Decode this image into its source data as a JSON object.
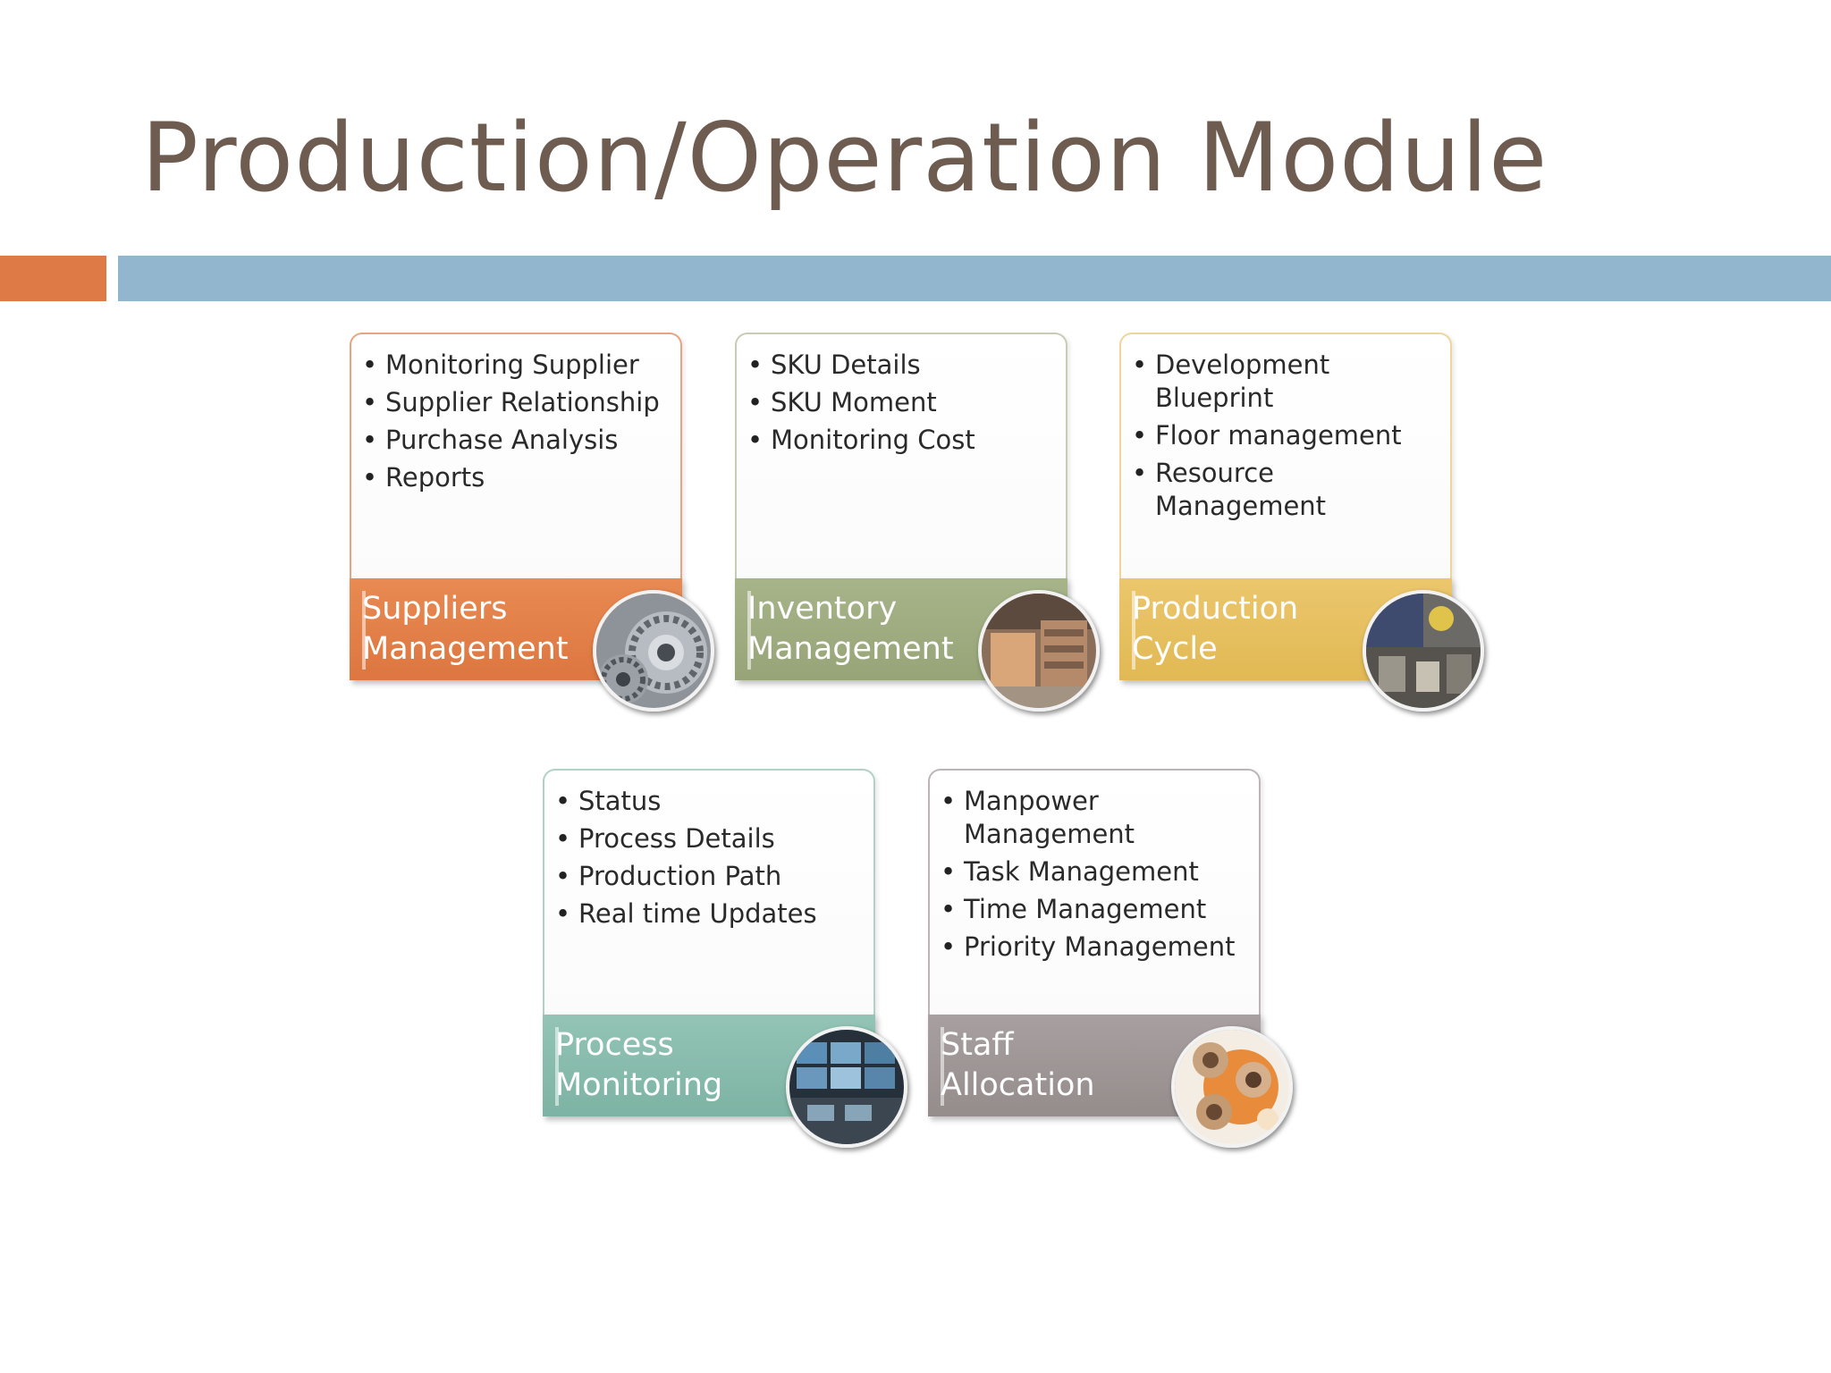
{
  "slide": {
    "title": "Production/Operation Module"
  },
  "colors": {
    "title": "#6f5c51",
    "accent_bar": "#dd7a45",
    "main_bar": "#93b6cf"
  },
  "cards": [
    {
      "heading": "Suppliers\nManagement",
      "color": "#dd7a45",
      "image": "gears-photo",
      "items": [
        "Monitoring Supplier",
        "Supplier Relationship",
        "Purchase Analysis",
        "Reports"
      ]
    },
    {
      "heading": "Inventory\nManagement",
      "color": "#97a478",
      "image": "warehouse-photo",
      "items": [
        "SKU Details",
        "SKU Moment",
        "Monitoring Cost"
      ]
    },
    {
      "heading": "Production\nCycle",
      "color": "#e1b954",
      "image": "factory-floor-photo",
      "items": [
        "Development Blueprint",
        "Floor management",
        "Resource Management"
      ]
    },
    {
      "heading": "Process\nMonitoring",
      "color": "#7db3a4",
      "image": "monitor-wall-photo",
      "items": [
        "Status",
        "Process Details",
        "Production Path",
        "Real time Updates"
      ]
    },
    {
      "heading": "Staff\nAllocation",
      "color": "#958c8c",
      "image": "people-photo",
      "items": [
        "Manpower Management",
        "Task Management",
        "Time Management",
        "Priority Management"
      ]
    }
  ]
}
